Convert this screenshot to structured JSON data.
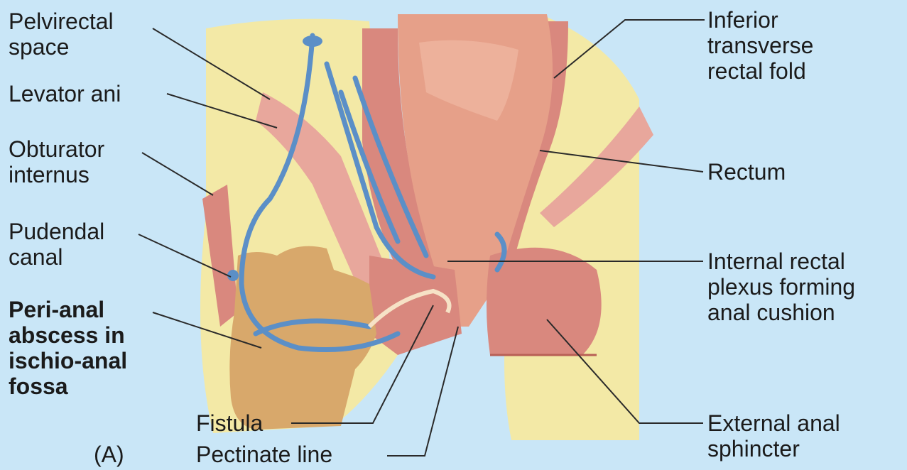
{
  "figure": {
    "panel_label": "(A)",
    "colors": {
      "background": "#c9e6f7",
      "fat": "#f3e9a6",
      "muscle": "#d9887e",
      "muscle_light": "#e8a79c",
      "rectum_lumen": "#e6a089",
      "vessel": "#5b8fc7",
      "abscess": "#d8a86b",
      "leader_line": "#2a2a2a"
    }
  },
  "labels": {
    "pelvirectal": [
      "Pelvirectal",
      "space"
    ],
    "levator": [
      "Levator ani"
    ],
    "obturator": [
      "Obturator",
      "internus"
    ],
    "pudendal": [
      "Pudendal",
      "canal"
    ],
    "perianal": [
      "Peri-anal",
      "abscess in",
      "ischio-anal",
      "fossa"
    ],
    "fistula": [
      "Fistula"
    ],
    "pectinate": [
      "Pectinate line"
    ],
    "inferior_fold": [
      "Inferior",
      "transverse",
      "rectal fold"
    ],
    "rectum": [
      "Rectum"
    ],
    "internal_plexus": [
      "Internal rectal",
      "plexus forming",
      "anal cushion"
    ],
    "external_sphincter": [
      "External anal",
      "sphincter"
    ]
  }
}
